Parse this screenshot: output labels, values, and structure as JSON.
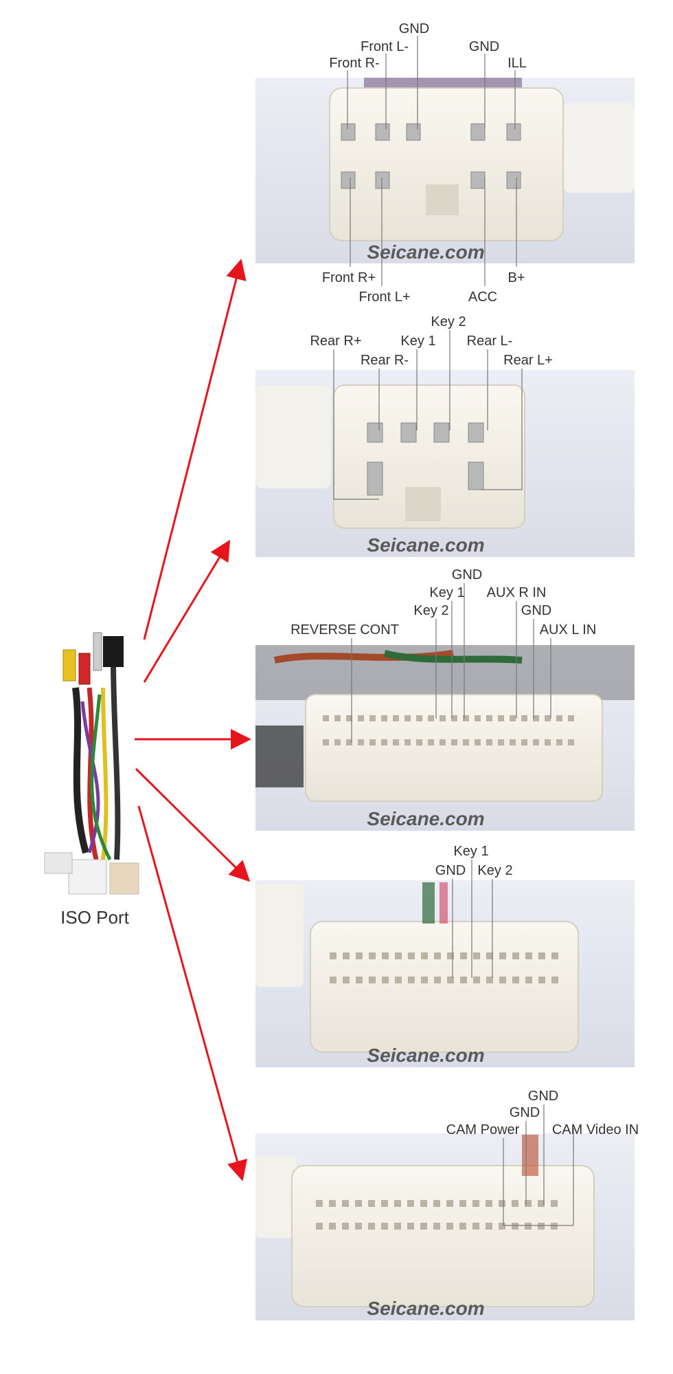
{
  "iso_port": {
    "label": "ISO Port"
  },
  "watermark": "Seicane.com",
  "colors": {
    "arrow": "#e8141b",
    "label": "#333333",
    "connector": "#f2ede3"
  },
  "panels": [
    {
      "id": "connector-1",
      "labels": [
        "GND",
        "Front L-",
        "Front R-",
        "GND",
        "ILL",
        "Front R+",
        "Front L+",
        "ACC",
        "B+"
      ]
    },
    {
      "id": "connector-2",
      "labels": [
        "Key 2",
        "Rear R+",
        "Key 1",
        "Rear L-",
        "Rear R-",
        "Rear L+"
      ]
    },
    {
      "id": "connector-3",
      "labels": [
        "GND",
        "Key 1",
        "AUX R IN",
        "Key 2",
        "GND",
        "REVERSE CONT",
        "AUX L IN"
      ]
    },
    {
      "id": "connector-4",
      "labels": [
        "Key 1",
        "GND",
        "Key 2"
      ]
    },
    {
      "id": "connector-5",
      "labels": [
        "GND",
        "GND",
        "CAM Power",
        "CAM Video IN"
      ]
    }
  ]
}
